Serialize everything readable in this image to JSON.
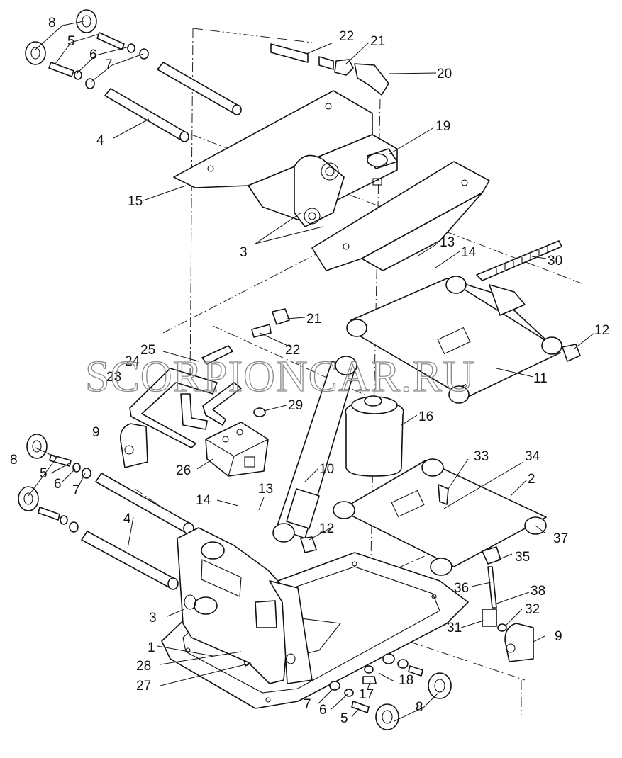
{
  "watermark": "SCORPIONCAR.RU",
  "labels": [
    "1",
    "2",
    "3",
    "4",
    "5",
    "6",
    "7",
    "8",
    "9",
    "10",
    "11",
    "12",
    "13",
    "14",
    "15",
    "16",
    "17",
    "18",
    "19",
    "20",
    "21",
    "22",
    "23",
    "24",
    "25",
    "26",
    "27",
    "28",
    "29",
    "30",
    "31",
    "32",
    "33",
    "34",
    "35",
    "36",
    "37",
    "38"
  ]
}
